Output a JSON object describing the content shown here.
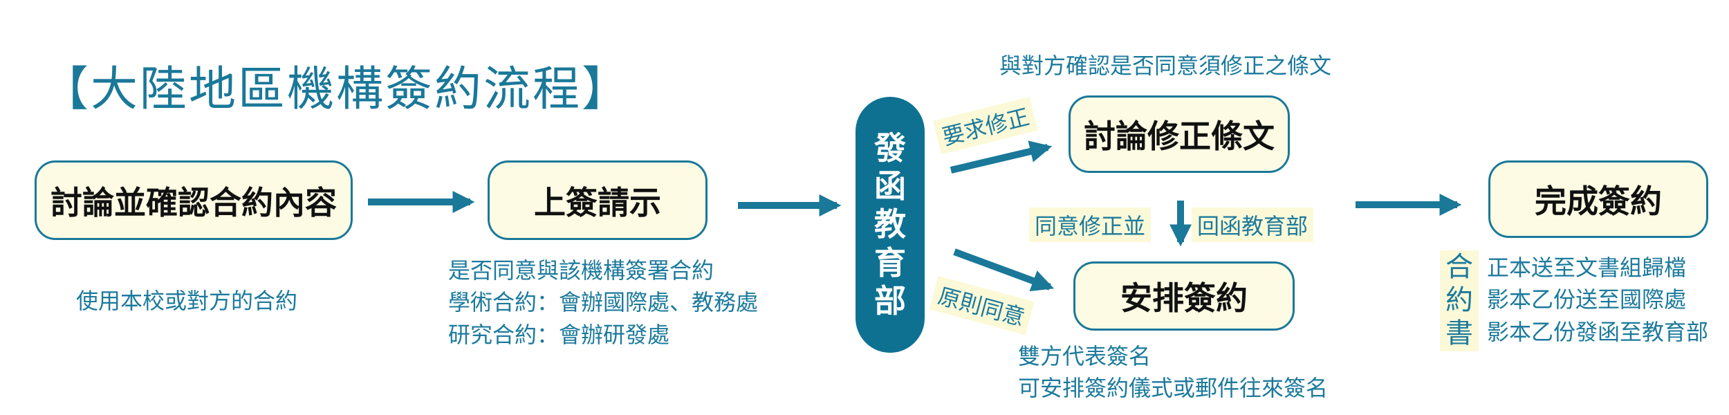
{
  "title": "【大陸地區機構簽約流程】",
  "boxes": {
    "discuss_confirm": "討論並確認合約內容",
    "submit_approval": "上簽請示",
    "discuss_revise": "討論修正條文",
    "arrange_sign": "安排簽約",
    "complete_sign": "完成簽約"
  },
  "ministry_chars": [
    "發",
    "函",
    "教",
    "育",
    "部"
  ],
  "labels": {
    "contract_note": "使用本校或對方的合約",
    "approval_notes": [
      "是否同意與該機構簽署合約",
      "學術合約：會辦國際處、教務處",
      "研究合約：會辦研發處"
    ],
    "confirm_revision": "與對方確認是否同意須修正之條文",
    "request_revision": "要求修正",
    "agree_principle": "原則同意",
    "agree_revision_left": "同意修正並",
    "agree_revision_right": "回函教育部",
    "sign_notes": [
      "雙方代表簽名",
      "可安排簽約儀式或郵件往來簽名"
    ],
    "contract_doc_chars": [
      "合",
      "約",
      "書"
    ],
    "contract_doc_notes": [
      "正本送至文書組歸檔",
      "影本乙份送至國際處",
      "影本乙份發函至教育部"
    ]
  },
  "colors": {
    "teal": "#1a7899",
    "pill": "#0f7192",
    "box_fill": "#fdfbe3",
    "highlight": "#fcf9d8"
  }
}
